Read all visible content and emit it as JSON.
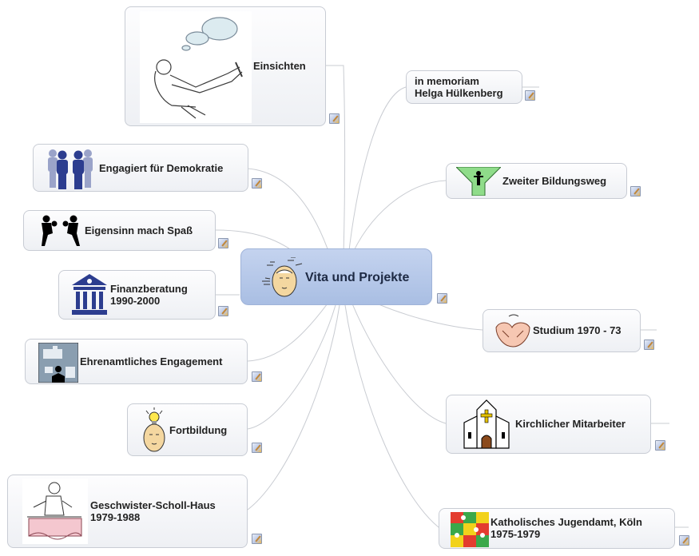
{
  "central": {
    "label": "Vita und Projekte",
    "icon": "thinking-head-icon"
  },
  "branches": [
    {
      "id": "einsichten",
      "label": "Einsichten",
      "icon": "daydreaming-person-picture"
    },
    {
      "id": "in-memoriam",
      "label": "in memoriam\nHelga Hülkenberg",
      "icon": ""
    },
    {
      "id": "demokratie",
      "label": "Engagiert für Demokratie",
      "icon": "people-group-icon"
    },
    {
      "id": "bildungsweg",
      "label": "Zweiter Bildungsweg",
      "icon": "crossroads-icon"
    },
    {
      "id": "eigensinn",
      "label": "Eigensinn mach Spaß",
      "icon": "boxing-figures-icon"
    },
    {
      "id": "finanz",
      "label": "Finanzberatung\n1990-2000",
      "icon": "bank-building-icon"
    },
    {
      "id": "studium",
      "label": "Studium 1970 - 73",
      "icon": "thinking-hands-icon"
    },
    {
      "id": "ehrenamt",
      "label": "Ehrenamtliches Engagement",
      "icon": "puzzle-person-icon"
    },
    {
      "id": "kirchlich",
      "label": "Kirchlicher Mitarbeiter",
      "icon": "church-icon"
    },
    {
      "id": "fortbildung",
      "label": "Fortbildung",
      "icon": "lightbulb-head-icon"
    },
    {
      "id": "scholl",
      "label": "Geschwister-Scholl-Haus\n1979-1988",
      "icon": "person-at-desk-picture"
    },
    {
      "id": "jugendamt",
      "label": "Katholisches Jugendamt, Köln\n1975-1979",
      "icon": "colored-puzzle-icon"
    }
  ],
  "note_icon": "note-icon",
  "colors": {
    "central_fill": "#b3c6e7",
    "node_border": "#c8ccd4",
    "link": "#c9ccd2"
  }
}
